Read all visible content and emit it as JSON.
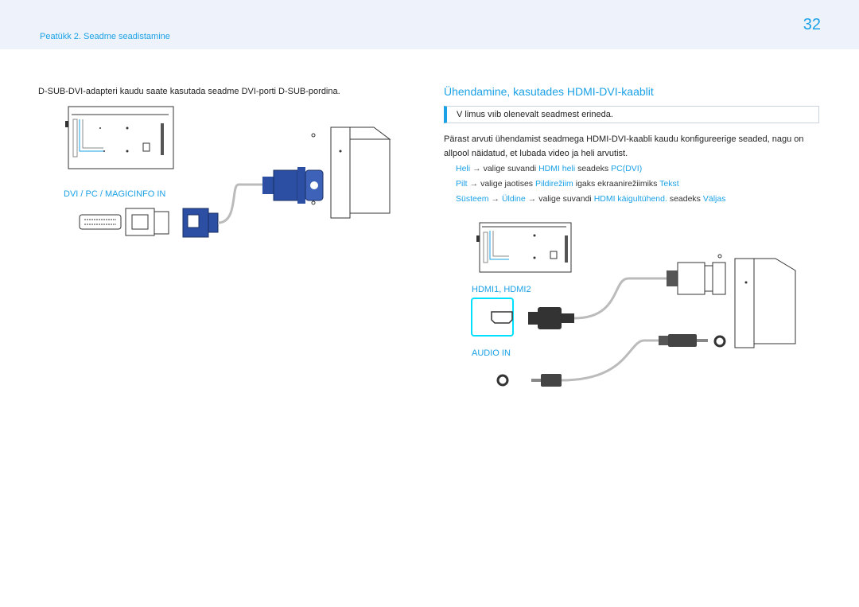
{
  "header": {
    "chapter": "Peatükk 2. Seadme seadistamine",
    "page_number": "32"
  },
  "left": {
    "text": "D-SUB-DVI-adapteri kaudu saate kasutada seadme DVI-porti D-SUB-pordina.",
    "port_label": "DVI / PC / MAGICINFO IN"
  },
  "right": {
    "heading": "Ühendamine, kasutades HDMI-DVI-kaablit",
    "note": "V limus vıib olenevalt seadmest erineda.",
    "paragraph": "Pärast arvuti ühendamist seadmega HDMI-DVI-kaabli kaudu konfigureerige seaded, nagu on allpool näidatud, et lubada video ja heli arvutist.",
    "steps": [
      {
        "a": "Heli",
        "b": "valige suvandi",
        "c": "HDMI heli",
        "d": "seadeks",
        "e": "PC(DVI)"
      },
      {
        "a": "Pilt",
        "b": "valige jaotises",
        "c": "Pildirežiim",
        "d": "igaks ekraanirežiimiks",
        "e": "Tekst"
      },
      {
        "a": "Süsteem",
        "b": "Üldine",
        "c": "valige suvandi",
        "d": "HDMI käigultühend.",
        "e": "seadeks",
        "f": "Väljas"
      }
    ],
    "hdmi_label": "HDMI1, HDMI2",
    "audio_label": "AUDIO IN"
  },
  "colors": {
    "accent": "#1aa1e6",
    "header_bg": "#eef3fb",
    "connector_blue": "#2c4fa3"
  }
}
